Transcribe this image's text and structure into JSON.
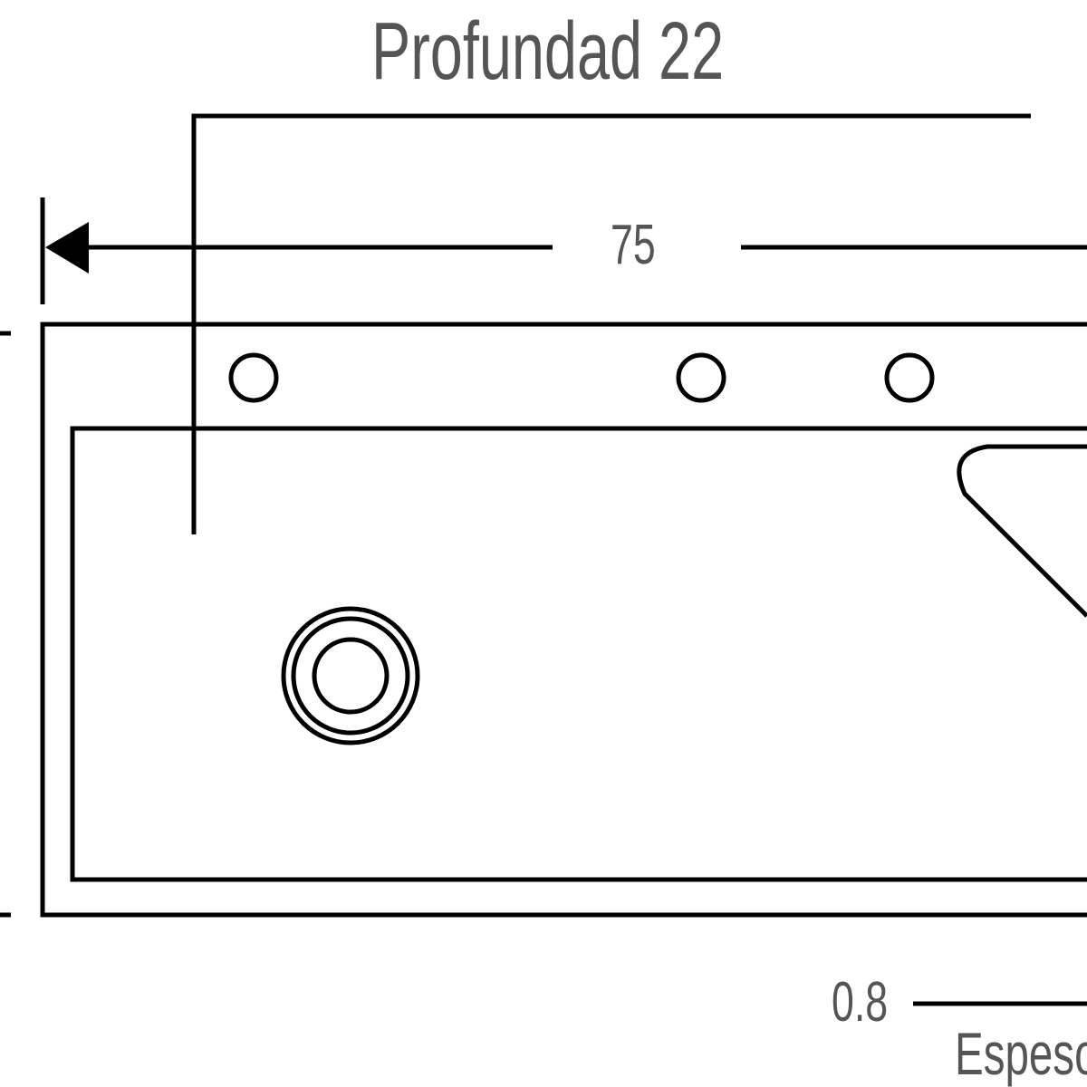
{
  "title": "Profundad 22",
  "dimension_width": "75",
  "thickness_value": "0.8",
  "thickness_label": "Espesor",
  "colors": {
    "line": "#000000",
    "text": "#555555"
  }
}
